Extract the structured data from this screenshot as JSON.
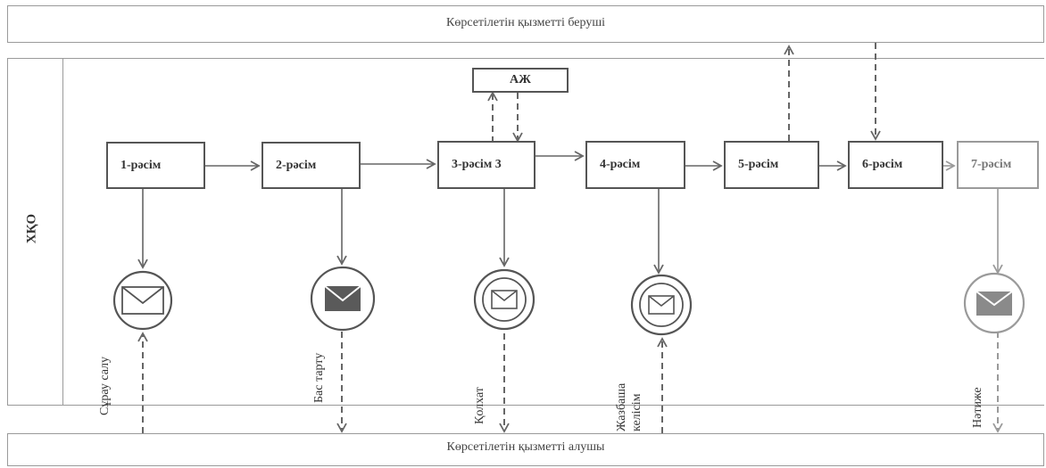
{
  "lanes": {
    "provider": "Көрсетілетін қызметті беруші",
    "center": "ХҚО",
    "receiver": "Көрсетілетін қызметті алушы"
  },
  "system": {
    "label": "АЖ"
  },
  "steps": [
    {
      "label": "1-рәсім"
    },
    {
      "label": "2-рәсім"
    },
    {
      "label": "3-рәсім 3"
    },
    {
      "label": "4-рәсім"
    },
    {
      "label": "5-рәсім"
    },
    {
      "label": "6-рәсім"
    },
    {
      "label": "7-рәсім"
    }
  ],
  "events": [
    {
      "label": "Сұрау салу",
      "icon": "envelope-outline-icon"
    },
    {
      "label": "Бас тарту",
      "icon": "envelope-filled-icon"
    },
    {
      "label": "Қолхат",
      "icon": "envelope-double-ring-icon"
    },
    {
      "label": "Жазбаша келісім",
      "icon": "envelope-double-ring-icon"
    },
    {
      "label": "Нәтиже",
      "icon": "envelope-filled-light-icon"
    }
  ],
  "colors": {
    "line": "#666666",
    "light_line": "#9a9a9a",
    "envelope_fill": "#5a5a5a"
  }
}
